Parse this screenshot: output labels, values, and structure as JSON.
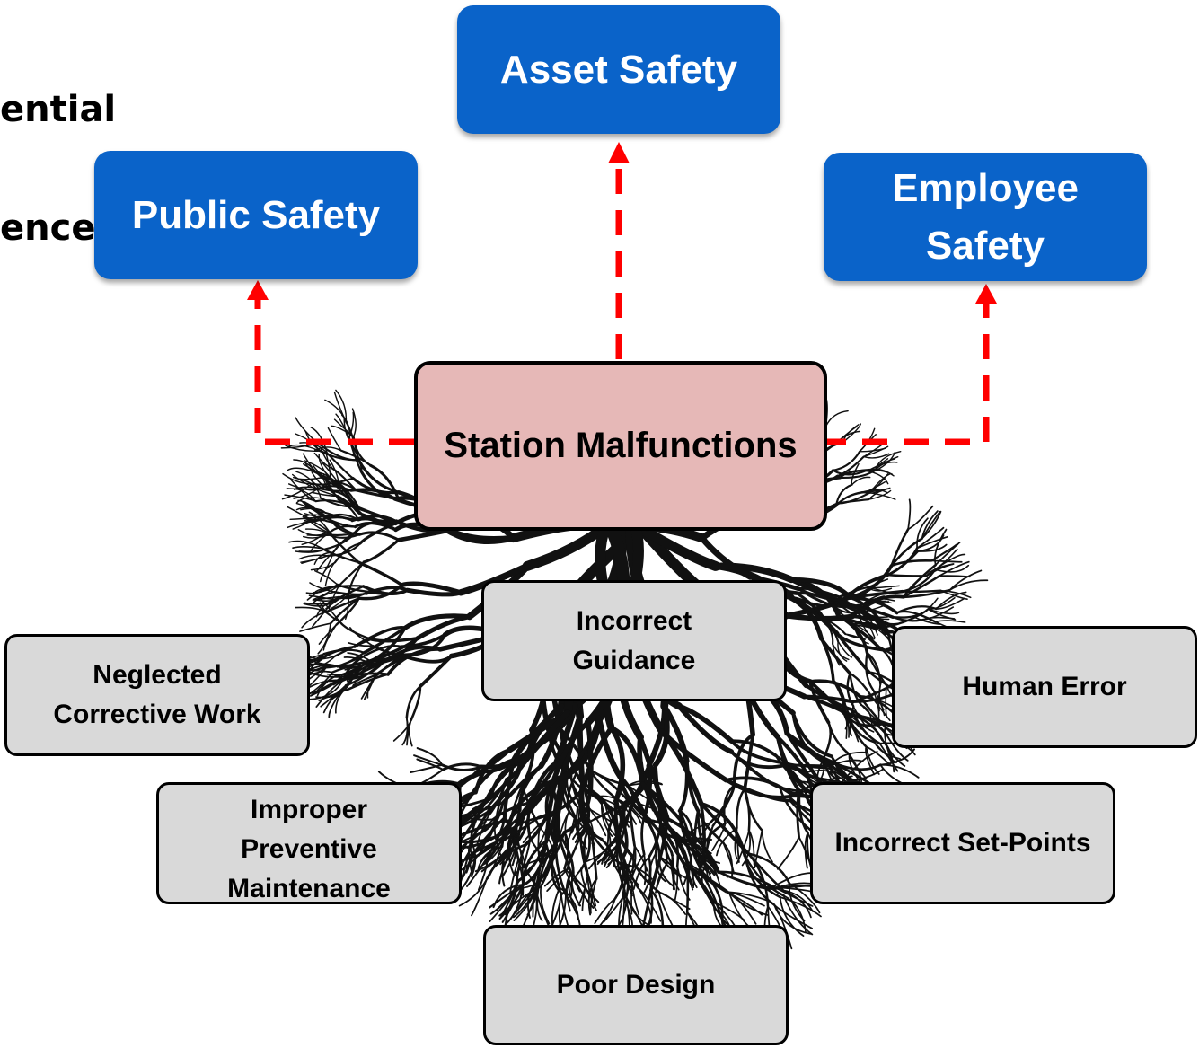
{
  "heading": {
    "line1": "ential",
    "line2": "ences to:"
  },
  "consequences": {
    "asset": "Asset Safety",
    "public": "Public Safety",
    "employee_line1": "Employee",
    "employee_line2": "Safety"
  },
  "core": "Station Malfunctions",
  "causes": {
    "incorrect_guidance_line1": "Incorrect",
    "incorrect_guidance_line2": "Guidance",
    "neglected_line1": "Neglected",
    "neglected_line2": "Corrective Work",
    "human_error": "Human Error",
    "improper_line1": "Improper",
    "improper_line2": "Preventive",
    "improper_line3": "Maintenance",
    "setpoints": "Incorrect Set-Points",
    "poor_design": "Poor Design"
  },
  "colors": {
    "consequence_fill": "#0a63c9",
    "core_fill": "#e6b8b7",
    "cause_fill": "#d9d9d9",
    "arrow": "#ff0000"
  }
}
